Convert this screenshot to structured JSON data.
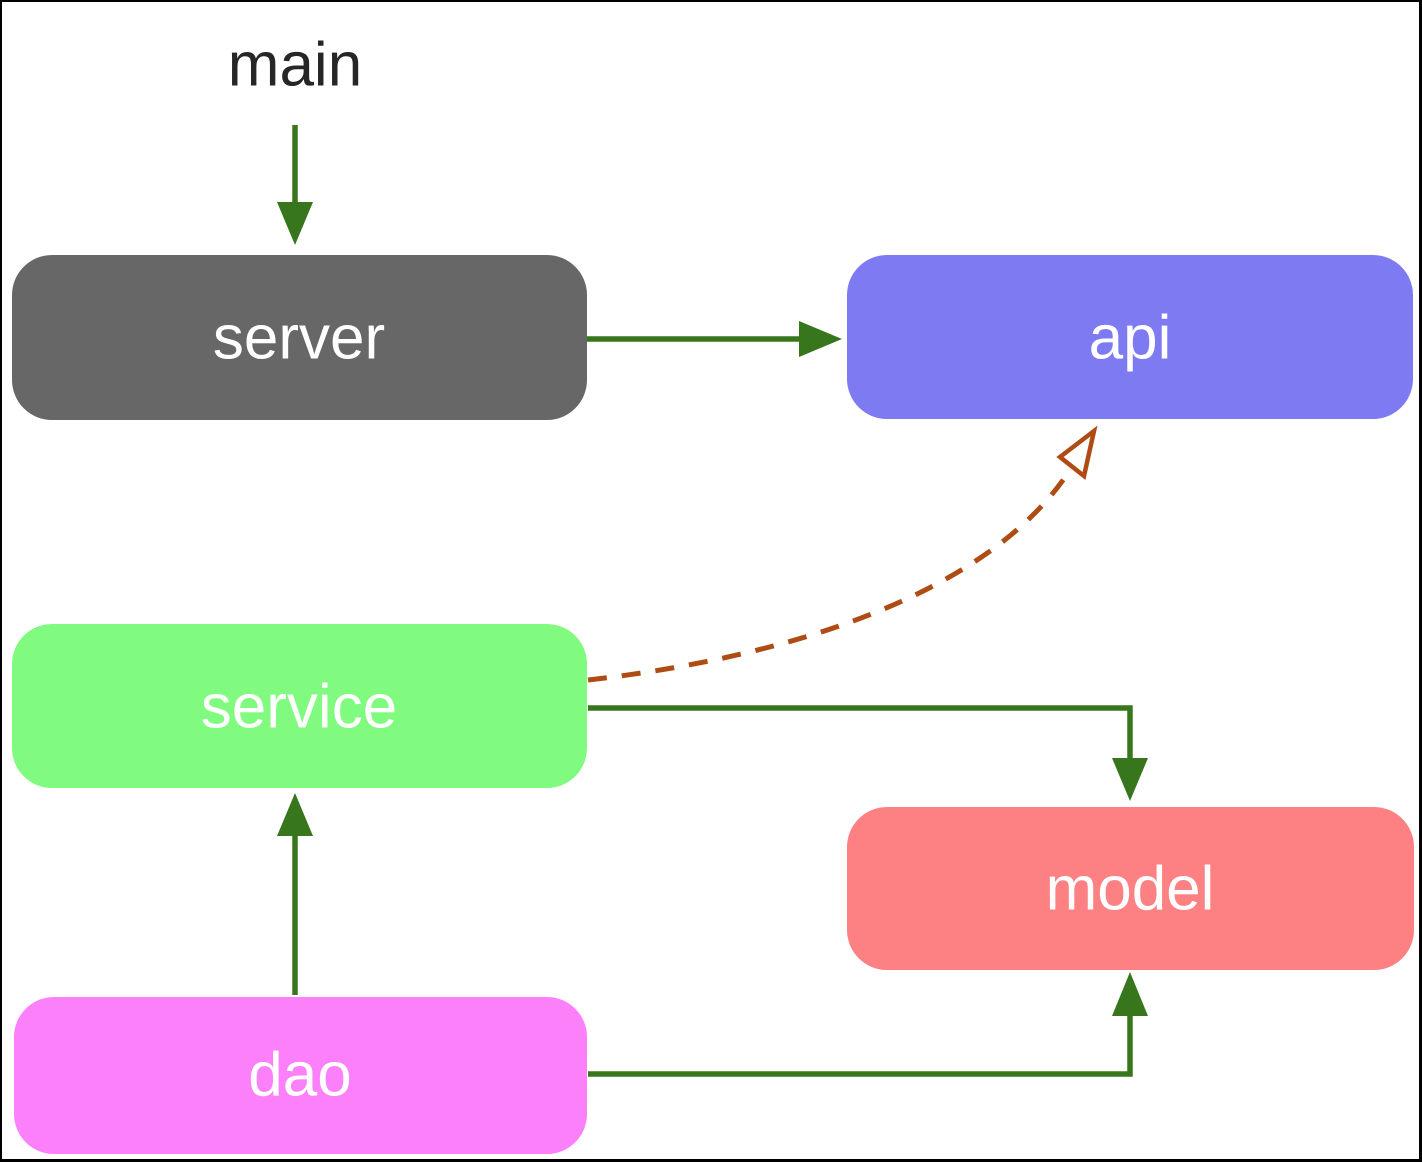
{
  "diagram": {
    "type": "dependency-graph",
    "nodes": {
      "main": {
        "label": "main",
        "fill": "#ffffff",
        "text_color": "#262626"
      },
      "server": {
        "label": "server",
        "fill": "#666766",
        "text_color": "#ffffff"
      },
      "api": {
        "label": "api",
        "fill": "#7e7bf2",
        "text_color": "#ffffff"
      },
      "service": {
        "label": "service",
        "fill": "#80fb80",
        "text_color": "#ffffff"
      },
      "model": {
        "label": "model",
        "fill": "#fd8082",
        "text_color": "#ffffff"
      },
      "dao": {
        "label": "dao",
        "fill": "#fd80fb",
        "text_color": "#ffffff"
      }
    },
    "edges": [
      {
        "from": "main",
        "to": "server",
        "style": "solid",
        "color": "#38761d"
      },
      {
        "from": "server",
        "to": "api",
        "style": "solid",
        "color": "#38761d"
      },
      {
        "from": "dao",
        "to": "service",
        "style": "solid",
        "color": "#38761d"
      },
      {
        "from": "service",
        "to": "model",
        "style": "solid",
        "color": "#38761d"
      },
      {
        "from": "dao",
        "to": "model",
        "style": "solid",
        "color": "#38761d"
      },
      {
        "from": "service",
        "to": "api",
        "style": "dashed",
        "color": "#ae4c14"
      }
    ],
    "colors": {
      "edge_solid": "#38761d",
      "edge_dashed": "#ae4c14",
      "background": "#ffffff",
      "frame": "#000000"
    }
  }
}
